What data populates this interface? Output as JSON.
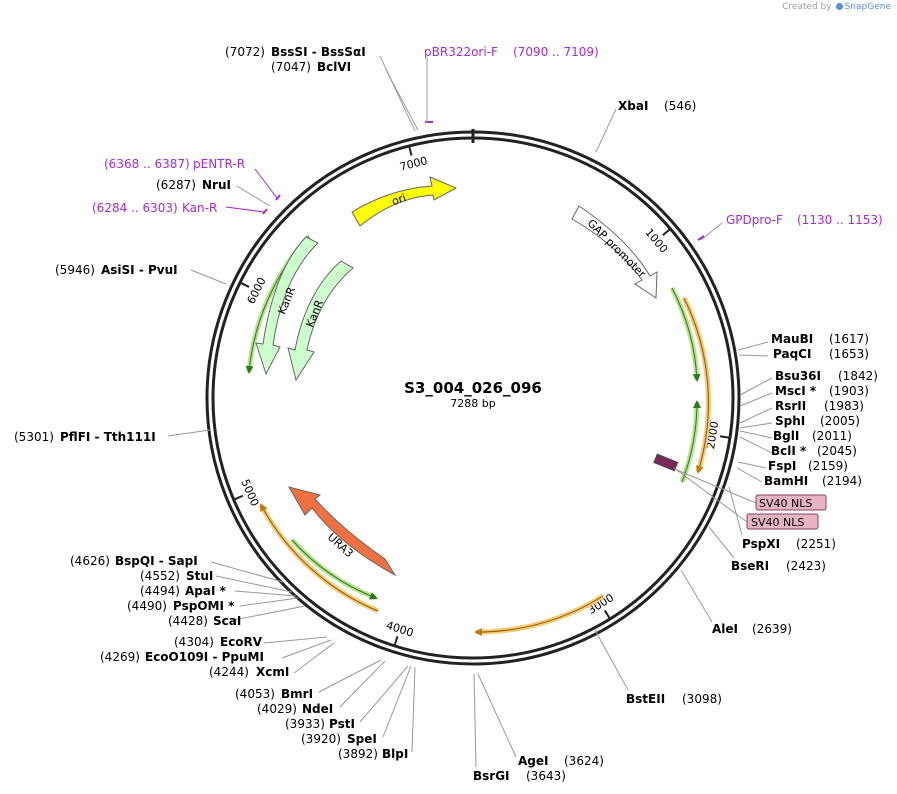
{
  "header": {
    "created_by": "Created by",
    "brand": "SnapGene"
  },
  "plasmid": {
    "name": "S3_004_026_096",
    "length_label": "7288 bp",
    "length": 7288
  },
  "ticks": [
    {
      "label": "1000",
      "bp": 1000
    },
    {
      "label": "2000",
      "bp": 2000
    },
    {
      "label": "3000",
      "bp": 3000
    },
    {
      "label": "4000",
      "bp": 4000
    },
    {
      "label": "5000",
      "bp": 5000
    },
    {
      "label": "6000",
      "bp": 6000
    },
    {
      "label": "7000",
      "bp": 7000
    }
  ],
  "features": [
    {
      "label": "ori",
      "color": "#ffff00",
      "direction": "cw"
    },
    {
      "label": "GAP promoter",
      "color": "#ffffff",
      "direction": "cw"
    },
    {
      "label": "KanR",
      "color": "#ccffcc",
      "direction": "ccw"
    },
    {
      "label": "KanR",
      "color": "#ccffcc",
      "direction": "ccw"
    },
    {
      "label": "URA3",
      "color": "#f07040",
      "direction": "ccw"
    }
  ],
  "nls_boxes": [
    {
      "label": "SV40 NLS"
    },
    {
      "label": "SV40 NLS"
    }
  ],
  "primers": [
    {
      "name": "pBR322ori-F",
      "range": "(7090 .. 7109)"
    },
    {
      "name": "GPDpro-F",
      "range": "(1130 .. 1153)"
    },
    {
      "name": "pENTR-R",
      "range": "(6368 .. 6387)"
    },
    {
      "name": "Kan-R",
      "range": "(6284 .. 6303)"
    }
  ],
  "sites": [
    {
      "name": "XbaI",
      "pos": "(546)"
    },
    {
      "name": "MauBI",
      "pos": "(1617)"
    },
    {
      "name": "PaqCI",
      "pos": "(1653)"
    },
    {
      "name": "Bsu36I",
      "pos": "(1842)"
    },
    {
      "name": "MscI *",
      "pos": "(1903)"
    },
    {
      "name": "RsrII",
      "pos": "(1983)"
    },
    {
      "name": "SphI",
      "pos": "(2005)"
    },
    {
      "name": "BglI",
      "pos": "(2011)"
    },
    {
      "name": "BclI *",
      "pos": "(2045)"
    },
    {
      "name": "FspI",
      "pos": "(2159)"
    },
    {
      "name": "BamHI",
      "pos": "(2194)"
    },
    {
      "name": "PspXI",
      "pos": "(2251)"
    },
    {
      "name": "BseRI",
      "pos": "(2423)"
    },
    {
      "name": "AleI",
      "pos": "(2639)"
    },
    {
      "name": "BstEII",
      "pos": "(3098)"
    },
    {
      "name": "AgeI",
      "pos": "(3624)"
    },
    {
      "name": "BsrGI",
      "pos": "(3643)"
    },
    {
      "name": "BlpI",
      "pos": "(3892)"
    },
    {
      "name": "SpeI",
      "pos": "(3920)"
    },
    {
      "name": "PstI",
      "pos": "(3933)"
    },
    {
      "name": "NdeI",
      "pos": "(4029)"
    },
    {
      "name": "BmrI",
      "pos": "(4053)"
    },
    {
      "name": "XcmI",
      "pos": "(4244)"
    },
    {
      "name": "EcoO109I  - PpuMI",
      "pos": "(4269)"
    },
    {
      "name": "EcoRV",
      "pos": "(4304)"
    },
    {
      "name": "ScaI",
      "pos": "(4428)"
    },
    {
      "name": "PspOMI *",
      "pos": "(4490)"
    },
    {
      "name": "ApaI *",
      "pos": "(4494)"
    },
    {
      "name": "StuI",
      "pos": "(4552)"
    },
    {
      "name": "BspQI  - SapI",
      "pos": "(4626)"
    },
    {
      "name": "PflFI  - Tth111I",
      "pos": "(5301)"
    },
    {
      "name": "AsiSI  - PvuI",
      "pos": "(5946)"
    },
    {
      "name": "NruI",
      "pos": "(6287)"
    },
    {
      "name": "BclVI",
      "pos": "(7047)"
    },
    {
      "name": "BssSI  - BssSαI",
      "pos": "(7072)"
    }
  ],
  "colors": {
    "backbone": "#222222",
    "primer": "#a52ad8",
    "orf_outline": "#f0a030",
    "orf_inner": "#2e8b1e",
    "nls_fill": "#e8b4c4"
  }
}
